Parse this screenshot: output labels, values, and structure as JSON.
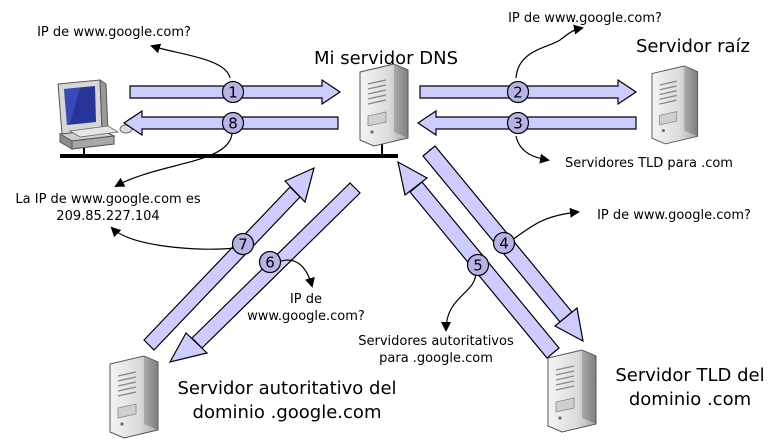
{
  "nodes": {
    "my_dns": "Mi servidor DNS",
    "root": "Servidor raíz",
    "tld_line1": "Servidor TLD del",
    "tld_line2": "dominio .com",
    "auth_line1": "Servidor autoritativo del",
    "auth_line2": "dominio .google.com"
  },
  "messages": {
    "q1": "IP de www.google.com?",
    "q2": "IP de www.google.com?",
    "r3": "Servidores TLD para .com",
    "q4": "IP de www.google.com?",
    "r5_line1": "Servidores autoritativos",
    "r5_line2": "para .google.com",
    "q6_line1": "IP de",
    "q6_line2": "www.google.com?",
    "r7_line1": "La IP de www.google.com es",
    "r7_line2": "209.85.227.104"
  },
  "steps": [
    "1",
    "2",
    "3",
    "4",
    "5",
    "6",
    "7",
    "8"
  ],
  "colors": {
    "arrow_fill": "#ccccff",
    "arrow_stroke": "#000000",
    "step_badge": "#b4b4e6",
    "network_line": "#000000"
  },
  "icons": [
    "client-computer-icon",
    "server-icon"
  ]
}
